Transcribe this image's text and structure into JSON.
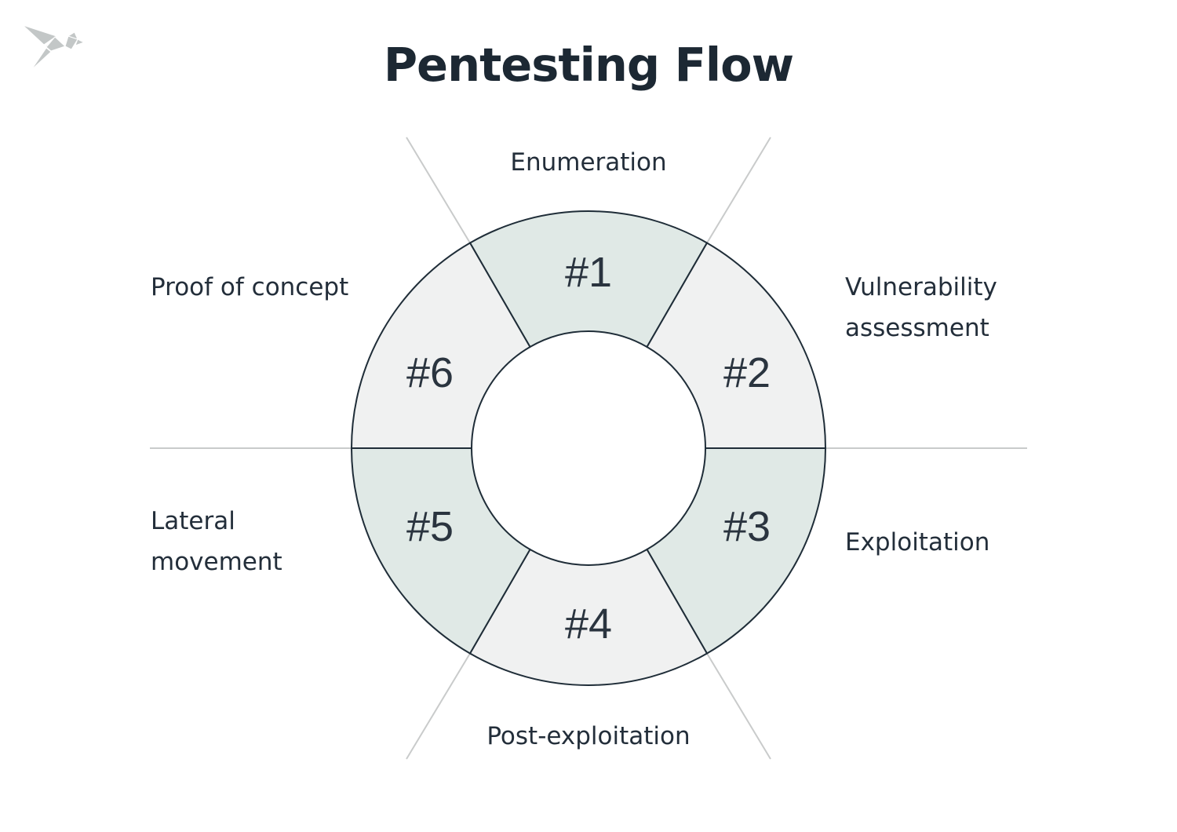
{
  "title": "Pentesting Flow",
  "logo": {
    "icon": "origami-bird-logo"
  },
  "diagram": {
    "type": "donut-cycle",
    "stroke_color": "#1f2d38",
    "guide_line_color": "#c9cbcb",
    "hole_color": "#ffffff",
    "segment_fill_teal": "#e0e9e6",
    "segment_fill_gray": "#f0f1f1",
    "segments": [
      {
        "id": "#1",
        "label": "Enumeration",
        "color": "#e0e9e6",
        "position": "top"
      },
      {
        "id": "#2",
        "label": "Vulnerability assessment",
        "color": "#f0f1f1",
        "position": "upper-right"
      },
      {
        "id": "#3",
        "label": "Exploitation",
        "color": "#e0e9e6",
        "position": "lower-right"
      },
      {
        "id": "#4",
        "label": "Post-exploitation",
        "color": "#f0f1f1",
        "position": "bottom"
      },
      {
        "id": "#5",
        "label": "Lateral movement",
        "color": "#e0e9e6",
        "position": "lower-left"
      },
      {
        "id": "#6",
        "label": "Proof of concept",
        "color": "#f0f1f1",
        "position": "upper-left"
      }
    ]
  }
}
